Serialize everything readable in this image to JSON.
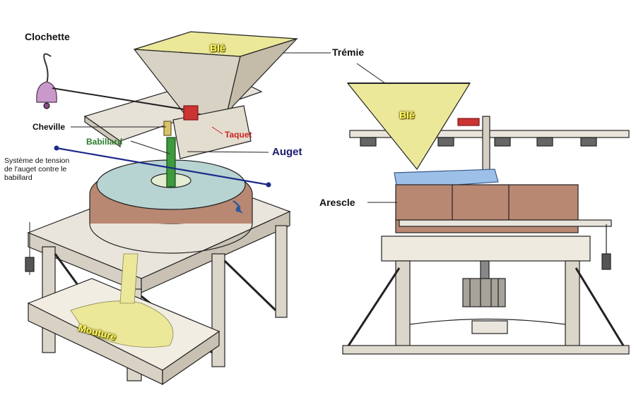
{
  "labels": {
    "clochette": "Clochette",
    "tremie": "Trémie",
    "ble_left": "Blé",
    "ble_right": "Blé",
    "cheville": "Cheville",
    "taquet": "Taquet",
    "babillard": "Babillard",
    "auget": "Auget",
    "systeme": "Système de tension de l'auget contre le babillard",
    "arescle": "Arescle",
    "mouture": "Mouture"
  },
  "colors": {
    "wheat": "#ece89a",
    "stone": "#b8d4d2",
    "wood_red": "#b98872",
    "auget_green": "#2a7a2a",
    "taquet_red": "#cc2222",
    "auget_blue": "#1a1a6e",
    "system_line": "#1c2a8a",
    "arescle_blue": "#9cc0e8"
  }
}
